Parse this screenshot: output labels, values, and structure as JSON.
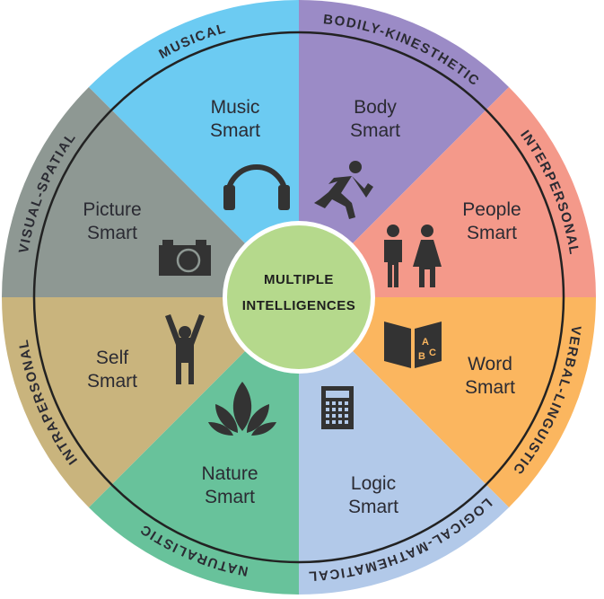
{
  "center": {
    "line1": "MULTIPLE",
    "line2": "INTELLIGENCES",
    "color": "#b5d98c"
  },
  "sectors": [
    {
      "key": "music",
      "line1": "Music",
      "line2": "Smart",
      "category": "MUSICAL",
      "color": "#6ccbf2",
      "icon": "headphones-icon"
    },
    {
      "key": "body",
      "line1": "Body",
      "line2": "Smart",
      "category": "BODILY-KINESTHETIC",
      "color": "#9b8bc6",
      "icon": "runner-icon"
    },
    {
      "key": "people",
      "line1": "People",
      "line2": "Smart",
      "category": "INTERPERSONAL",
      "color": "#f4998a",
      "icon": "man-woman-icon"
    },
    {
      "key": "word",
      "line1": "Word",
      "line2": "Smart",
      "category": "VERBAL-LINGUISTIC",
      "color": "#fbb65f",
      "icon": "book-icon"
    },
    {
      "key": "logic",
      "line1": "Logic",
      "line2": "Smart",
      "category": "LOGICAL-MATHEMATICAL",
      "color": "#b2c9e9",
      "icon": "calculator-icon"
    },
    {
      "key": "nature",
      "line1": "Nature",
      "line2": "Smart",
      "category": "NATURALISTIC",
      "color": "#68c29b",
      "icon": "leaves-icon"
    },
    {
      "key": "self",
      "line1": "Self",
      "line2": "Smart",
      "category": "INTRAPERSONAL",
      "color": "#c9b47d",
      "icon": "person-arms-up-icon"
    },
    {
      "key": "picture",
      "line1": "Picture",
      "line2": "Smart",
      "category": "VISUAL-SPATIAL",
      "color": "#8e9893",
      "icon": "camera-icon"
    }
  ],
  "book_letters": {
    "a": "A",
    "b": "B",
    "c": "C"
  }
}
